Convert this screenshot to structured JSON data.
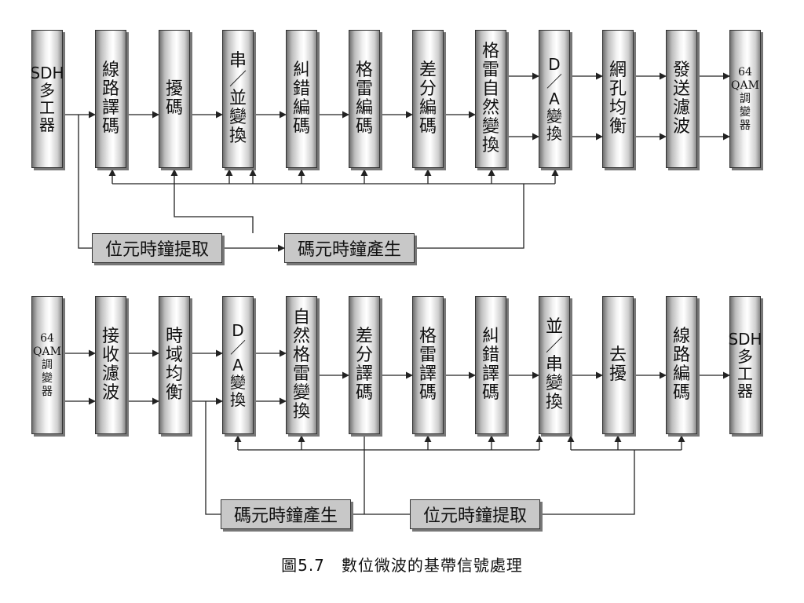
{
  "transmitter": {
    "blocks": [
      {
        "label": "SDH\n多\n工\n器"
      },
      {
        "label": "線\n路\n譯\n碼"
      },
      {
        "label": "擾\n碼"
      },
      {
        "label": "串\n／\n並\n變\n換"
      },
      {
        "label": "糾\n錯\n編\n碼"
      },
      {
        "label": "格\n雷\n編\n碼"
      },
      {
        "label": "差\n分\n編\n碼"
      },
      {
        "label": "格\n雷\n自\n然\n變\n換"
      },
      {
        "label": "D\n／\nA\n變\n換"
      },
      {
        "label": "網\n孔\n均\n衡"
      },
      {
        "label": "發\n送\n濾\n波"
      },
      {
        "label": "64\nQAM\n調\n變\n器"
      }
    ],
    "bit_clock_extract": "位元時鐘提取",
    "symbol_clock_gen": "碼元時鐘產生"
  },
  "receiver": {
    "blocks": [
      {
        "label": "64\nQAM\n調\n變\n器"
      },
      {
        "label": "接\n收\n濾\n波"
      },
      {
        "label": "時\n域\n均\n衡"
      },
      {
        "label": "D\n／\nA\n變\n換"
      },
      {
        "label": "自\n然\n格\n雷\n變\n換"
      },
      {
        "label": "差\n分\n譯\n碼"
      },
      {
        "label": "格\n雷\n譯\n碼"
      },
      {
        "label": "糾\n錯\n譯\n碼"
      },
      {
        "label": "並\n／\n串\n變\n換"
      },
      {
        "label": "去\n擾"
      },
      {
        "label": "線\n路\n編\n碼"
      },
      {
        "label": "SDH\n多\n工\n器"
      }
    ],
    "symbol_clock_gen": "碼元時鐘產生",
    "bit_clock_extract": "位元時鐘提取"
  },
  "caption": "圖5.7　數位微波的基帶信號處理",
  "colors": {
    "line": "#222222",
    "box_fill": "#c8c8c8"
  }
}
